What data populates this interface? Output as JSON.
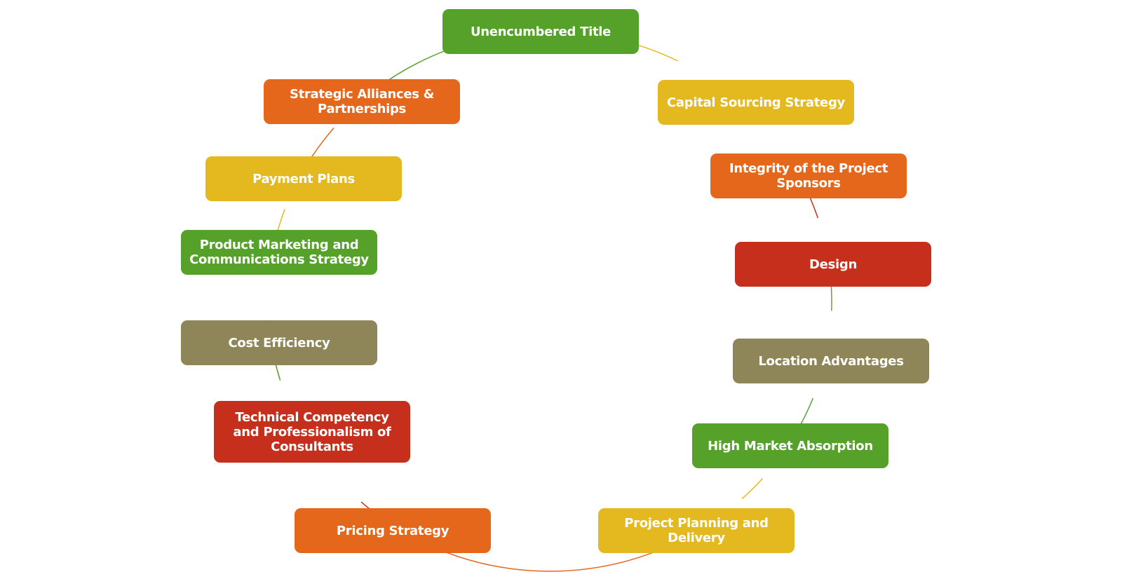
{
  "diagram": {
    "type": "cycle",
    "colors": {
      "green": "#56a12a",
      "orange": "#e5671c",
      "yellow": "#e4b920",
      "red": "#c52f1b",
      "olive": "#8e8558"
    },
    "nodes": [
      {
        "id": "unencumbered-title",
        "label": "Unencumbered Title",
        "color": "#56a12a"
      },
      {
        "id": "capital-sourcing-strategy",
        "label": "Capital Sourcing Strategy",
        "color": "#e4b920"
      },
      {
        "id": "integrity-of-project-sponsors",
        "label": "Integrity of the Project Sponsors",
        "color": "#e5671c"
      },
      {
        "id": "design",
        "label": "Design",
        "color": "#c52f1b"
      },
      {
        "id": "location-advantages",
        "label": "Location Advantages",
        "color": "#8e8558"
      },
      {
        "id": "high-market-absorption",
        "label": "High Market Absorption",
        "color": "#56a12a"
      },
      {
        "id": "project-planning-and-delivery",
        "label": "Project Planning and Delivery",
        "color": "#e4b920"
      },
      {
        "id": "pricing-strategy",
        "label": "Pricing Strategy",
        "color": "#e5671c"
      },
      {
        "id": "technical-competency",
        "label": "Technical Competency and Professionalism of Consultants",
        "color": "#c52f1b"
      },
      {
        "id": "cost-efficiency",
        "label": "Cost Efficiency",
        "color": "#8e8558"
      },
      {
        "id": "product-marketing",
        "label": "Product Marketing and Communications Strategy",
        "color": "#56a12a"
      },
      {
        "id": "payment-plans",
        "label": "Payment Plans",
        "color": "#e4b920"
      },
      {
        "id": "strategic-alliances",
        "label": "Strategic Alliances & Partnerships",
        "color": "#e5671c"
      }
    ]
  }
}
